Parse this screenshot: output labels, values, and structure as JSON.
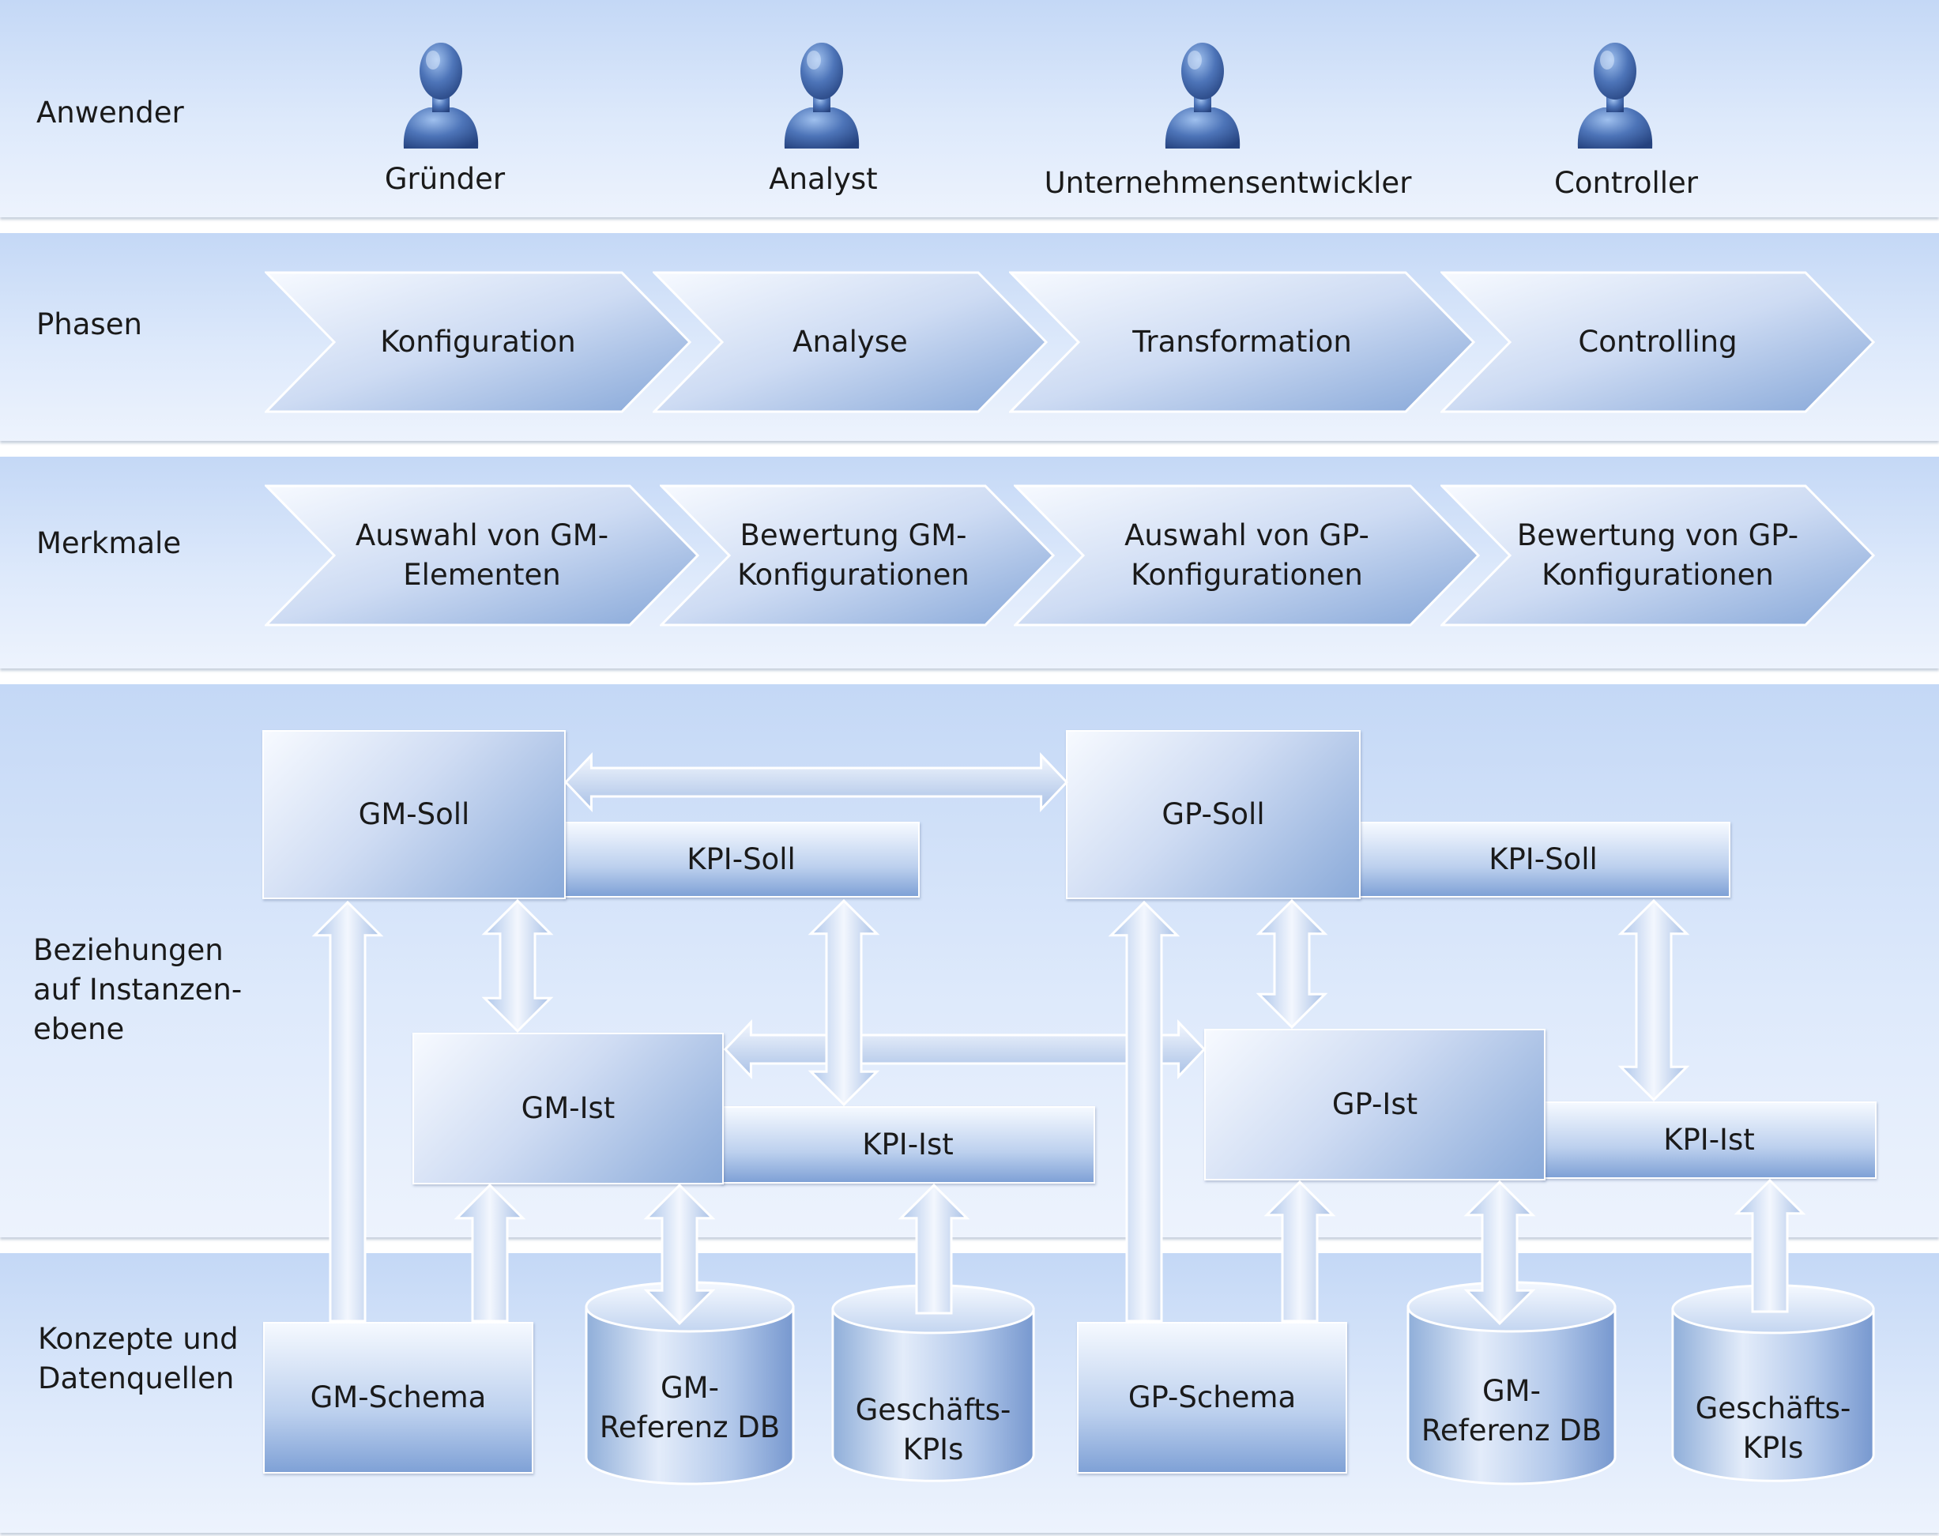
{
  "rows": {
    "anwender": "Anwender",
    "phasen": "Phasen",
    "merkmale": "Merkmale",
    "beziehungen": [
      "Beziehungen",
      "auf Instanzen-",
      "ebene"
    ],
    "konzepte": [
      "Konzepte und",
      "Datenquellen"
    ]
  },
  "users": [
    "Gründer",
    "Analyst",
    "Unternehmensentwickler",
    "Controller"
  ],
  "phases": [
    "Konfiguration",
    "Analyse",
    "Transformation",
    "Controlling"
  ],
  "features": [
    [
      "Auswahl von GM-",
      "Elementen"
    ],
    [
      "Bewertung GM-",
      "Konfigurationen"
    ],
    [
      "Auswahl von GP-",
      "Konfigurationen"
    ],
    [
      "Bewertung von GP-",
      "Konfigurationen"
    ]
  ],
  "instances": {
    "gm_soll": "GM-Soll",
    "kpi_soll_left": "KPI-Soll",
    "gp_soll": "GP-Soll",
    "kpi_soll_right": "KPI-Soll",
    "gm_ist": "GM-Ist",
    "kpi_ist_left": "KPI-Ist",
    "gp_ist": "GP-Ist",
    "kpi_ist_right": "KPI-Ist"
  },
  "sources": {
    "gm_schema": "GM-Schema",
    "gm_ref_db_left": [
      "GM-",
      "Referenz DB"
    ],
    "kpis_left": [
      "Geschäfts-",
      "KPIs"
    ],
    "gp_schema": "GP-Schema",
    "gm_ref_db_right": [
      "GM-",
      "Referenz DB"
    ],
    "kpis_right": [
      "Geschäfts-",
      "KPIs"
    ]
  },
  "colors": {
    "band_top": "#c4d8f6",
    "band_bottom": "#edf3fd",
    "box_dark": "#7fa1d6",
    "box_light": "#f5f9ff",
    "person": "#3c62a6",
    "text": "#1a1a1a"
  }
}
